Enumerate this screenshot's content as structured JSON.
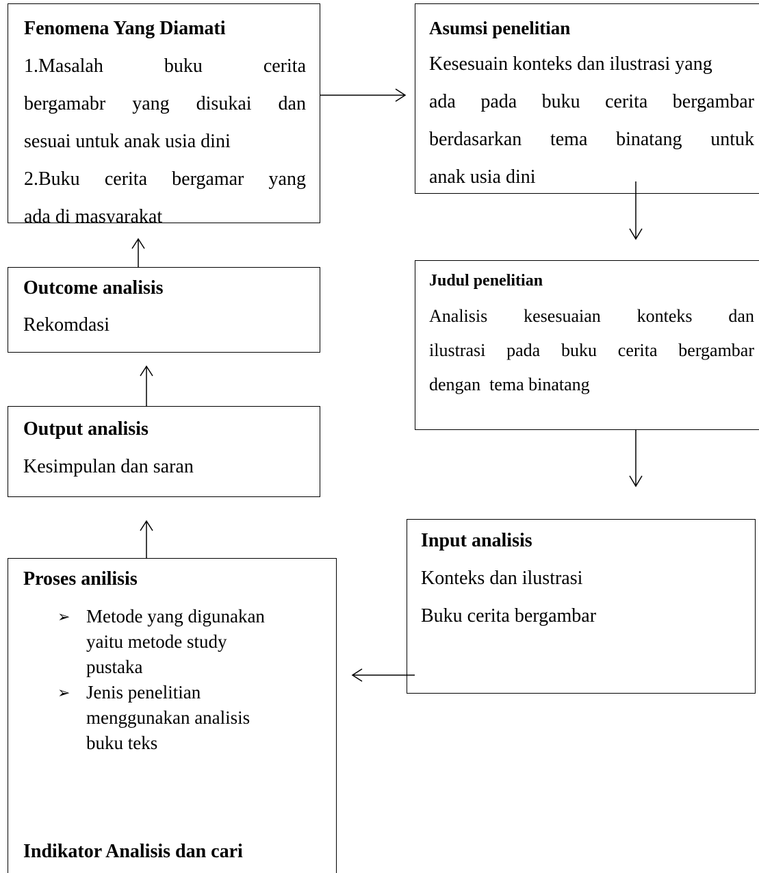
{
  "fenomena": {
    "title": "Fenomena Yang Diamati",
    "line1": [
      "1.Masalah",
      "buku",
      "cerita"
    ],
    "line2": [
      "bergamabr",
      "yang",
      "disukai",
      "dan"
    ],
    "line3": "sesuai untuk anak usia dini",
    "line4": [
      "2.Buku",
      "cerita",
      "bergamar",
      "yang"
    ],
    "line5": "ada di masyarakat"
  },
  "asumsi": {
    "title": "Asumsi penelitian",
    "line1": "Kesesuain konteks dan ilustrasi yang",
    "line2": [
      "ada",
      "pada",
      "buku",
      "cerita",
      "bergambar"
    ],
    "line3": [
      "berdasarkan",
      "tema",
      "binatang",
      "untuk"
    ],
    "line4": "anak usia dini"
  },
  "outcome": {
    "title": "Outcome analisis",
    "body": "Rekomdasi"
  },
  "judul": {
    "title": "Judul penelitian",
    "line1": [
      "Analisis",
      "kesesuaian",
      "konteks",
      "dan"
    ],
    "line2": [
      "ilustrasi",
      "pada",
      "buku",
      "cerita",
      "bergambar"
    ],
    "line3": "dengan  tema binatang"
  },
  "output": {
    "title": "Output analisis",
    "body": "Kesimpulan dan saran"
  },
  "input": {
    "title": "Input analisis",
    "line1": "Konteks dan ilustrasi",
    "line2": "Buku cerita bergambar"
  },
  "proses": {
    "title": "Proses anilisis",
    "bullet_symbol": "➢",
    "items": [
      {
        "lines": [
          "Metode yang digunakan",
          "yaitu metode study",
          "pustaka"
        ]
      },
      {
        "lines": [
          "Jenis penelitian",
          "menggunakan analisis",
          "buku teks"
        ]
      }
    ],
    "bottom_heading": "Indikator Analisis dan cari"
  }
}
